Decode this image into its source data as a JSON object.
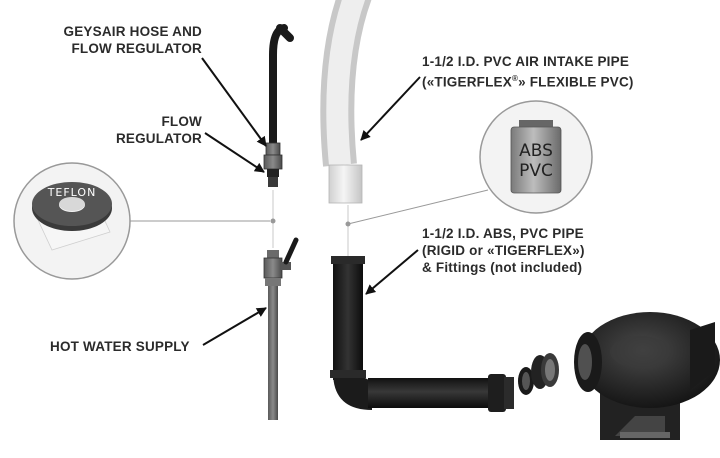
{
  "labels": {
    "geysair_hose": [
      "GEYSAIR HOSE AND",
      "FLOW REGULATOR"
    ],
    "flow_regulator": [
      "FLOW",
      "REGULATOR"
    ],
    "hot_water_supply": "HOT WATER SUPPLY",
    "air_intake_pipe": {
      "line1": "1-1/2 I.D. PVC AIR INTAKE PIPE",
      "line2_prefix": "(«TIGERFLEX",
      "line2_sup": "®",
      "line2_suffix": "» FLEXIBLE PVC)"
    },
    "abs_pvc_pipe": [
      "1-1/2 I.D. ABS, PVC PIPE",
      "(RIGID or «TIGERFLEX»)",
      "& Fittings (not included)"
    ]
  },
  "teflon_tape": {
    "print": "TEFLON"
  },
  "cement_can": {
    "line1": "ABS",
    "line2": "PVC"
  },
  "colors": {
    "pipe_dark": "#1c1c1c",
    "pipe_grey": "#6e6e6e",
    "intake_white": "#e9e9e9",
    "callout_circle": "#f3f3f3",
    "leader": "#888888"
  }
}
